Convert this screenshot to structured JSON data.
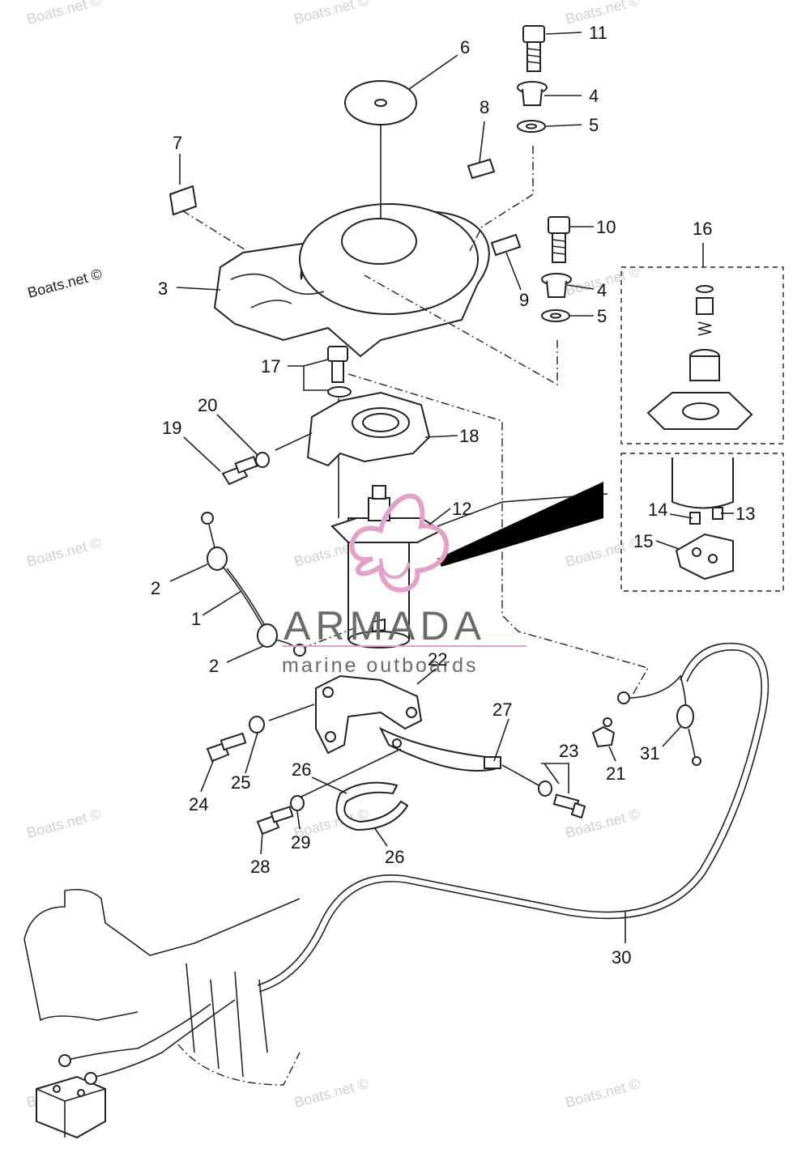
{
  "watermark": {
    "text": "Boats.net ©"
  },
  "logo": {
    "brand_text": "ARMADA",
    "tagline_text": "marine outboards",
    "accent_color": "#e3a0c8",
    "gray_color": "#6b6b6b"
  },
  "callouts": [
    "1",
    "2",
    "2",
    "3",
    "4",
    "4",
    "5",
    "5",
    "6",
    "7",
    "8",
    "9",
    "10",
    "11",
    "12",
    "13",
    "14",
    "15",
    "16",
    "17",
    "18",
    "19",
    "20",
    "21",
    "22",
    "23",
    "24",
    "25",
    "26",
    "26",
    "27",
    "28",
    "29",
    "30",
    "31"
  ],
  "icons": [
    "flywheel-cover",
    "starter-motor",
    "battery",
    "wiring-harness",
    "bolt",
    "washer",
    "collar",
    "bracket",
    "band-clamp",
    "brush-holder",
    "pinion-gear"
  ]
}
